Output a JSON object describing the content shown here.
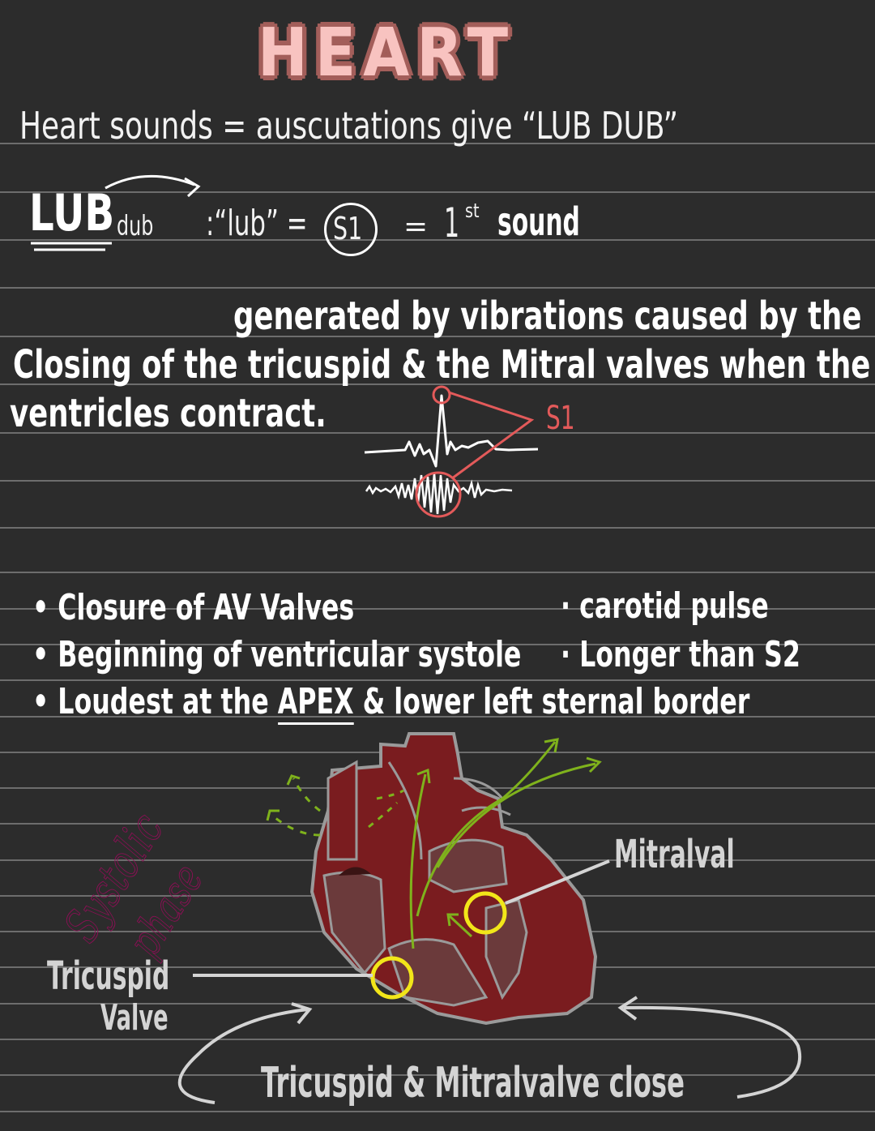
{
  "title": "HEART",
  "intro": {
    "line": "Heart sounds = auscutations give “LUB DUB”"
  },
  "lub": {
    "big": "LUB",
    "small": "dub",
    "equation_lhs": ":“lub” =",
    "s1_circle": "S1",
    "equals": "=",
    "first": "1",
    "first_sup": "st",
    "sound": "sound"
  },
  "description": {
    "line1": "generated by vibrations caused by the",
    "line2": "Closing of the tricuspid & the Mitral valves when the",
    "line3": "ventricles contract."
  },
  "ecg_figure": {
    "label": "S1",
    "accent_color": "#e35a5a"
  },
  "bullets_left": [
    "Closure of AV Valves",
    "Beginning of ventricular systole"
  ],
  "bullet_full": {
    "prefix": "Loudest at the",
    "apex": "APEX",
    "suffix": "& lower left sternal border"
  },
  "bullets_right": [
    "carotid pulse",
    "Longer than S2"
  ],
  "diagram": {
    "side_note": [
      "Systolic",
      "phase"
    ],
    "side_note_color": "#8c0f55",
    "label_mitral": "Mitralval",
    "label_tricuspid": [
      "Tricuspid",
      "Valve"
    ],
    "caption": "Tricuspid & Mitralvalve close",
    "valve_marker_color": "#f2e619",
    "flow_arrow_color": "#7fb21c",
    "heart_dark_color": "#7a1c1f",
    "heart_chamber_color": "#6b3a3b"
  }
}
